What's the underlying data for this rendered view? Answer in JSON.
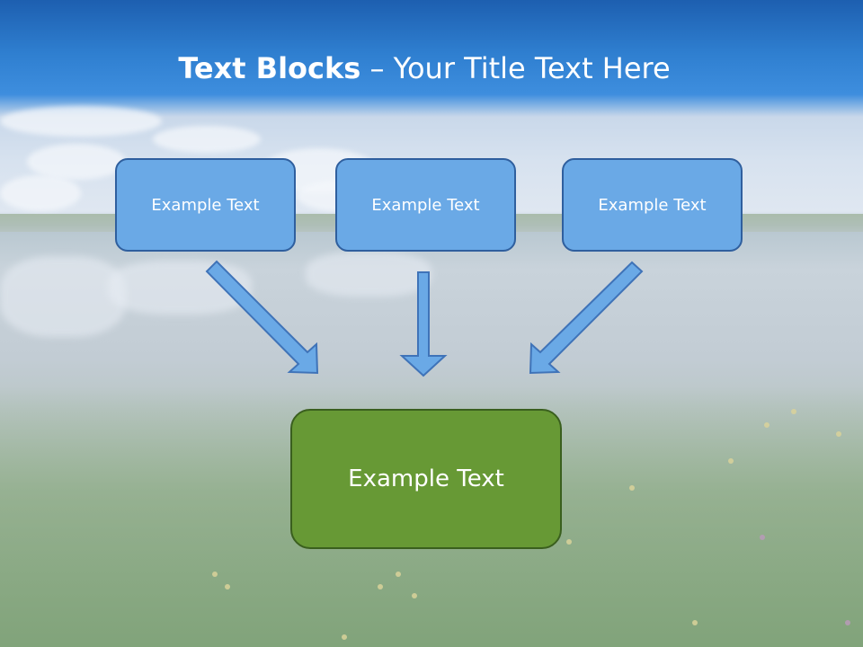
{
  "title": {
    "bold_part": "Text Blocks",
    "separator": "–",
    "rest": "Your Title Text Here"
  },
  "blocks": [
    {
      "label": "Example Text"
    },
    {
      "label": "Example Text"
    },
    {
      "label": "Example Text"
    }
  ],
  "result_block": {
    "label": "Example Text"
  },
  "colors": {
    "block_fill": "#6aa9e6",
    "block_border": "#2f5f9e",
    "result_fill": "#679935",
    "result_border": "#3a5f1e",
    "arrow_fill": "#6aa9e6",
    "arrow_stroke": "#3f73b8"
  }
}
